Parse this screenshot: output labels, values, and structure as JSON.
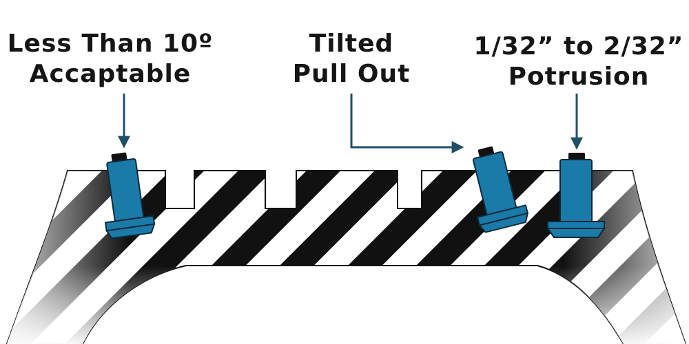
{
  "labels": {
    "less_than": {
      "line1": "Less Than 10º",
      "line2": "Accaptable"
    },
    "tilted": {
      "line1": "Tilted",
      "line2": "Pull Out"
    },
    "protrusion": {
      "line1": "1/32” to 2/32”",
      "line2": "Potrusion"
    }
  },
  "colors": {
    "stud_body": "#1a7aa8",
    "stud_outline": "#0b2a3a",
    "stud_cap": "#111111",
    "tread_dark": "#111111",
    "tread_light": "#ffffff",
    "arrow": "#1f4f66",
    "text": "#151515"
  },
  "icons": {
    "stud": "tire-stud-icon",
    "arrow": "arrow-down-icon"
  }
}
